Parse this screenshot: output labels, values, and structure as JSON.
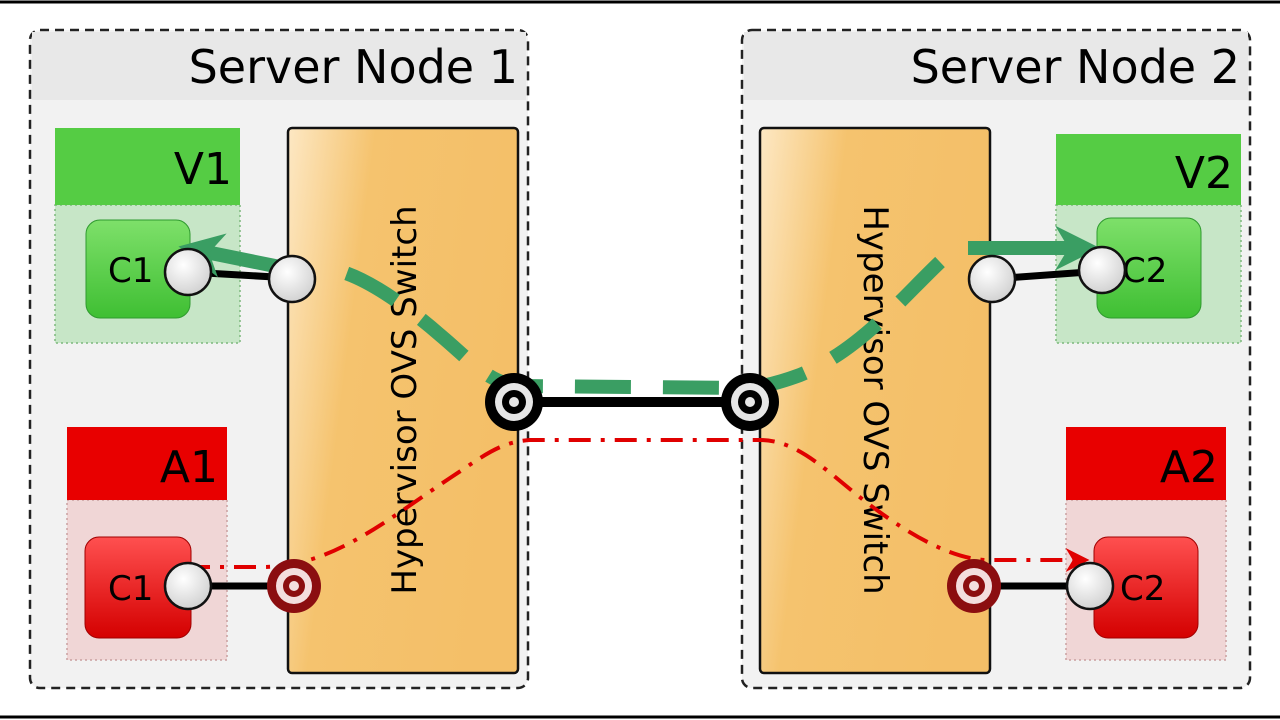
{
  "nodes": [
    {
      "title": "Server Node 1"
    },
    {
      "title": "Server Node 2"
    }
  ],
  "switch_label": "Hypervisor OVS Switch",
  "vms": {
    "v1": {
      "label": "V1",
      "container": "C1"
    },
    "a1": {
      "label": "A1",
      "container": "C1"
    },
    "v2": {
      "label": "V2",
      "container": "C2"
    },
    "a2": {
      "label": "A2",
      "container": "C2"
    }
  },
  "colors": {
    "green_flow": "#3a9e63",
    "red_flow": "#e00000",
    "vm_green": "#55cc44",
    "vm_red": "#e80000",
    "switch_fill": "#f5c36e",
    "node_bg": "#f2f2f2"
  }
}
